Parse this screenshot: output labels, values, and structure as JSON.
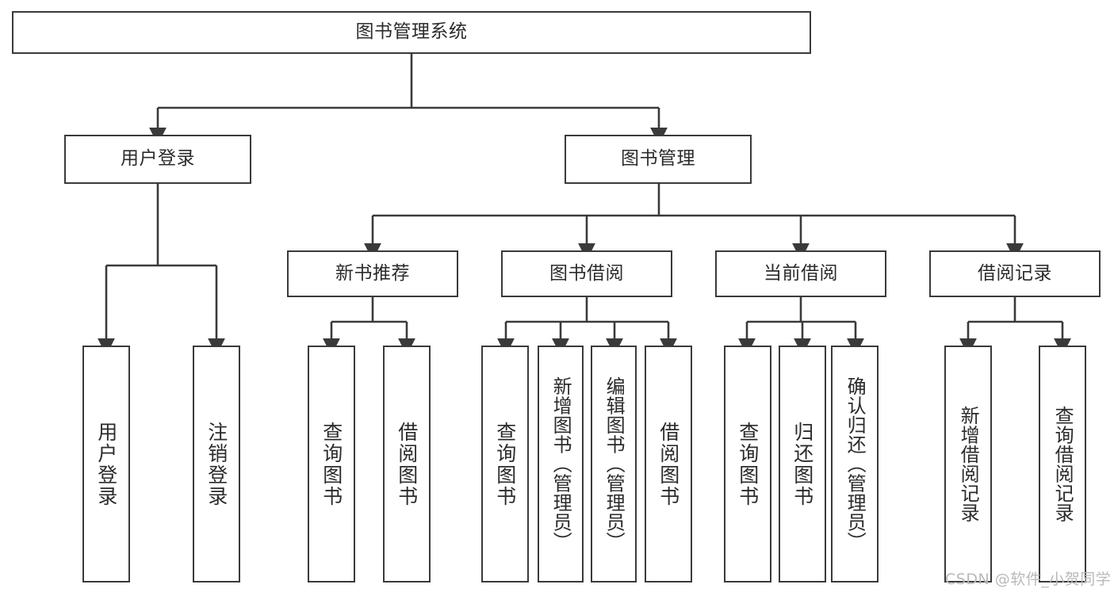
{
  "diagram": {
    "title": "图书管理系统",
    "type": "hierarchy-tree",
    "watermark": "CSDN @软件_小贺同学",
    "colors": {
      "box_border": "#3a3a3a",
      "box_fill": "#ffffff",
      "connector": "#3a3a3a",
      "text": "#2b2b2b",
      "watermark": "#b9b9b9",
      "background": "#ffffff"
    },
    "root": {
      "label": "图书管理系统"
    },
    "level2": [
      {
        "label": "用户登录"
      },
      {
        "label": "图书管理"
      }
    ],
    "level3": [
      {
        "label": "新书推荐"
      },
      {
        "label": "图书借阅"
      },
      {
        "label": "当前借阅"
      },
      {
        "label": "借阅记录"
      }
    ],
    "leaves": {
      "user_login": [
        {
          "label": "用户登录"
        },
        {
          "label": "注销登录"
        }
      ],
      "new_book_recommend": [
        {
          "label": "查询图书"
        },
        {
          "label": "借阅图书"
        }
      ],
      "book_borrow": [
        {
          "label": "查询图书"
        },
        {
          "label": "新增图书（管理员）"
        },
        {
          "label": "编辑图书（管理员）"
        },
        {
          "label": "借阅图书"
        }
      ],
      "current_borrow": [
        {
          "label": "查询图书"
        },
        {
          "label": "归还图书"
        },
        {
          "label": "确认归还（管理员）"
        }
      ],
      "borrow_record": [
        {
          "label": "新增借阅记录"
        },
        {
          "label": "查询借阅记录"
        }
      ]
    }
  }
}
